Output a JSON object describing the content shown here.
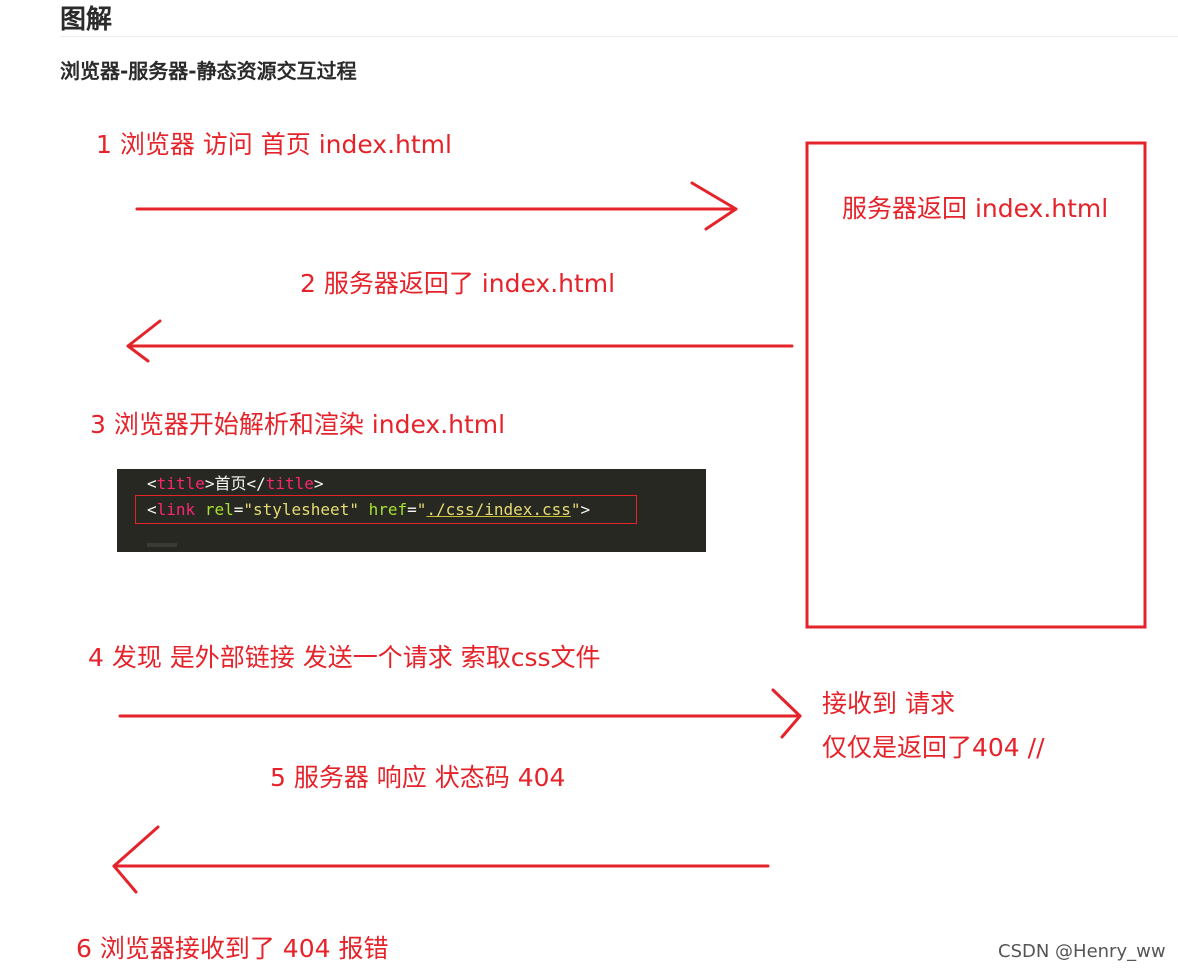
{
  "heading": "图解",
  "subheading": "浏览器-服务器-静态资源交互过程",
  "steps": [
    "1 浏览器 访问 首页 index.html",
    "2 服务器返回了 index.html",
    "3 浏览器开始解析和渲染 index.html",
    "4 发现 是外部链接   发送一个请求 索取css文件",
    "5 服务器 响应 状态码 404",
    "6  浏览器接收到了 404 报错"
  ],
  "server_box_label": "服务器返回 index.html",
  "server_notes": [
    "接收到 请求",
    "仅仅是返回了404 //"
  ],
  "code_snippet": {
    "line1": {
      "open": "<",
      "tag_open": "title",
      "close_bracket": ">",
      "text": "首页",
      "end_open": "</",
      "tag_close": "title",
      "end_close": ">"
    },
    "line2": {
      "open": "<",
      "tag": "link",
      "attr1": "rel",
      "eq1": "=",
      "val1": "\"stylesheet\"",
      "attr2": "href",
      "eq2": "=",
      "quote_open": "\"",
      "val2": "./css/index.css",
      "quote_close": "\"",
      "close": ">"
    }
  },
  "watermark": "CSDN @Henry_ww",
  "colors": {
    "annotation_red": "#e5232a",
    "heading_text": "#2b2b2b",
    "code_background": "#272822"
  }
}
